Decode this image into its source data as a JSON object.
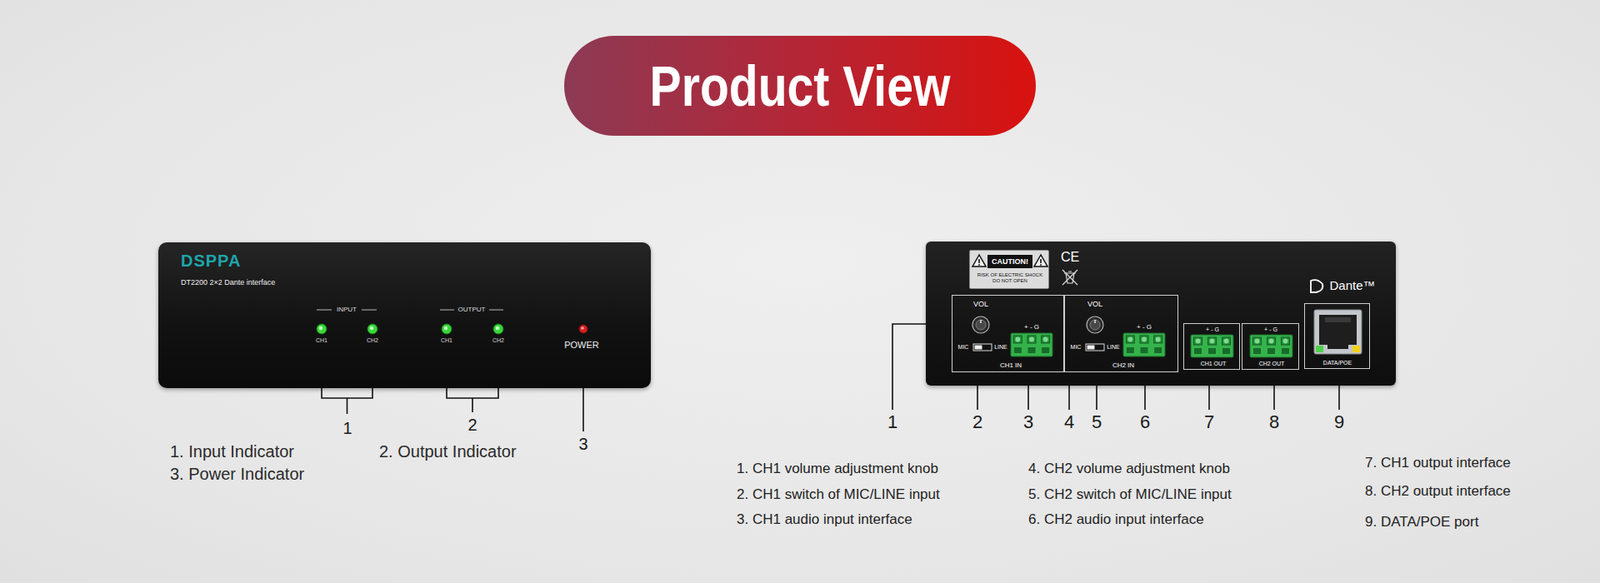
{
  "diagram": {
    "title": "Product View",
    "nodes": [
      {
        "text": [
          "DSPPA",
          "DT2200 2×2 Dante interface",
          "INPUT",
          "CH1",
          "CH2",
          "OUTPUT",
          "CH1",
          "CH2",
          "POWER"
        ]
      },
      {
        "text": [
          "CE",
          "Dante™"
        ]
      },
      {
        "text": [
          "CAUTION!",
          "RISK OF ELECTRIC SHOCK DO NOT OPEN"
        ],
        "in": 1
      },
      {
        "text": [
          "VOL",
          "MIC",
          "LINE",
          "+ - G",
          "CH1 IN"
        ],
        "in": 1
      },
      {
        "text": [
          "VOL",
          "MIC",
          "LINE",
          "+ - G",
          "CH2 IN"
        ],
        "in": 1
      },
      {
        "text": [
          "+ - G",
          "CH1 OUT"
        ],
        "in": 1
      },
      {
        "text": [
          "+ - G",
          "CH2 OUT"
        ],
        "in": 1
      },
      {
        "text": [
          "DATA/POE"
        ],
        "in": 1
      }
    ],
    "labels": [
      "1",
      "2",
      "3",
      "1. Input Indicator",
      "3. Power Indicator",
      "2. Output Indicator",
      "1",
      "2",
      "3",
      "4",
      "5",
      "6",
      "7",
      "8",
      "9",
      "1. CH1 volume adjustment knob",
      "2. CH1 switch of MIC/LINE input",
      "3. CH1 audio input interface",
      "4. CH2 volume adjustment knob",
      "5. CH2 switch of MIC/LINE input",
      "6. CH2 audio input interface",
      "7. CH1 output interface",
      "8. CH2 output interface",
      "9. DATA/POE port"
    ]
  }
}
